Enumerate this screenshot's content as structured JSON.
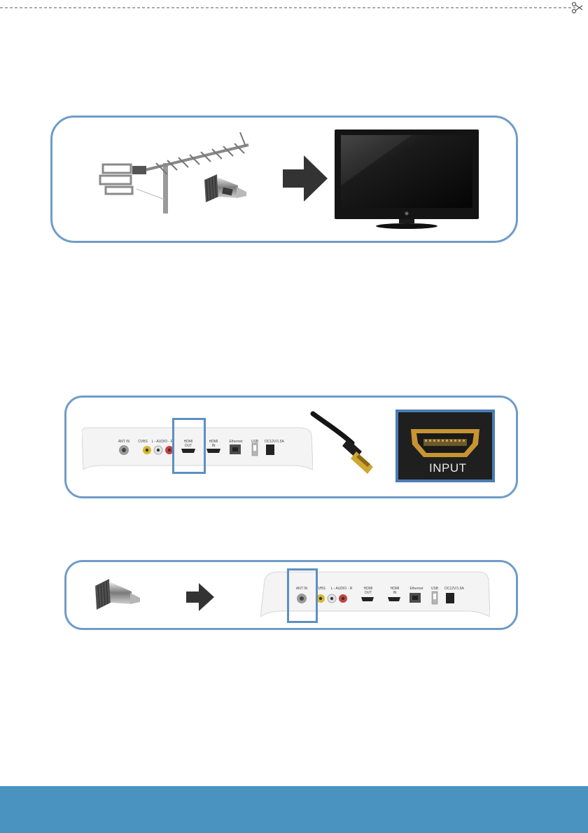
{
  "colors": {
    "panel_border": "#6f9cc7",
    "footer_bar": "#4a93c0",
    "arrow": "#333333",
    "highlight": "#5d8fc0"
  },
  "icons": [
    "scissors-icon",
    "antenna-icon",
    "coax-plug-icon",
    "arrow-right-icon",
    "tv-icon",
    "set-top-box-icon",
    "hdmi-cable-icon",
    "hdmi-port-icon"
  ],
  "step1": {},
  "step2": {
    "ports": {
      "ant_in": "ANT IN",
      "cvbs": "CVBS",
      "audio": "L - AUDIO - R",
      "hdmi_out_1": "HDMI",
      "hdmi_out_2": "OUT",
      "hdmi_in_1": "HDMI",
      "hdmi_in_2": "IN",
      "ethernet": "Ethernet",
      "usb": "USB",
      "dc": "DC12V/1.5A"
    },
    "tv_input_label": "INPUT"
  },
  "step3": {
    "ports": {
      "ant_in": "ANT IN",
      "cvbs": "CVBS",
      "audio": "L - AUDIO - R",
      "hdmi_out_1": "HDMI",
      "hdmi_out_2": "OUT",
      "hdmi_in_1": "HDMI",
      "hdmi_in_2": "IN",
      "ethernet": "Ethernet",
      "usb": "USB",
      "dc": "DC12V/1.5A"
    }
  }
}
